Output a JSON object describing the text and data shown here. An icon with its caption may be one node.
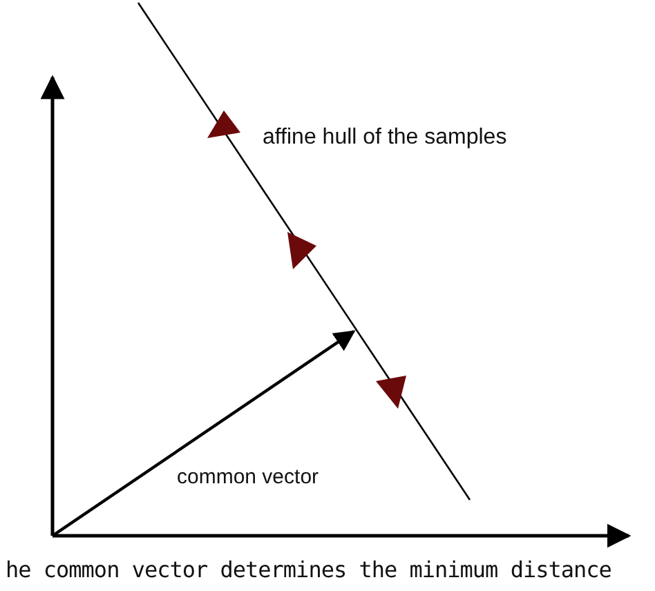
{
  "diagram": {
    "caption": "he common vector determines the minimum distance",
    "labels": [
      "affine hull of the samples",
      "common vector"
    ]
  }
}
